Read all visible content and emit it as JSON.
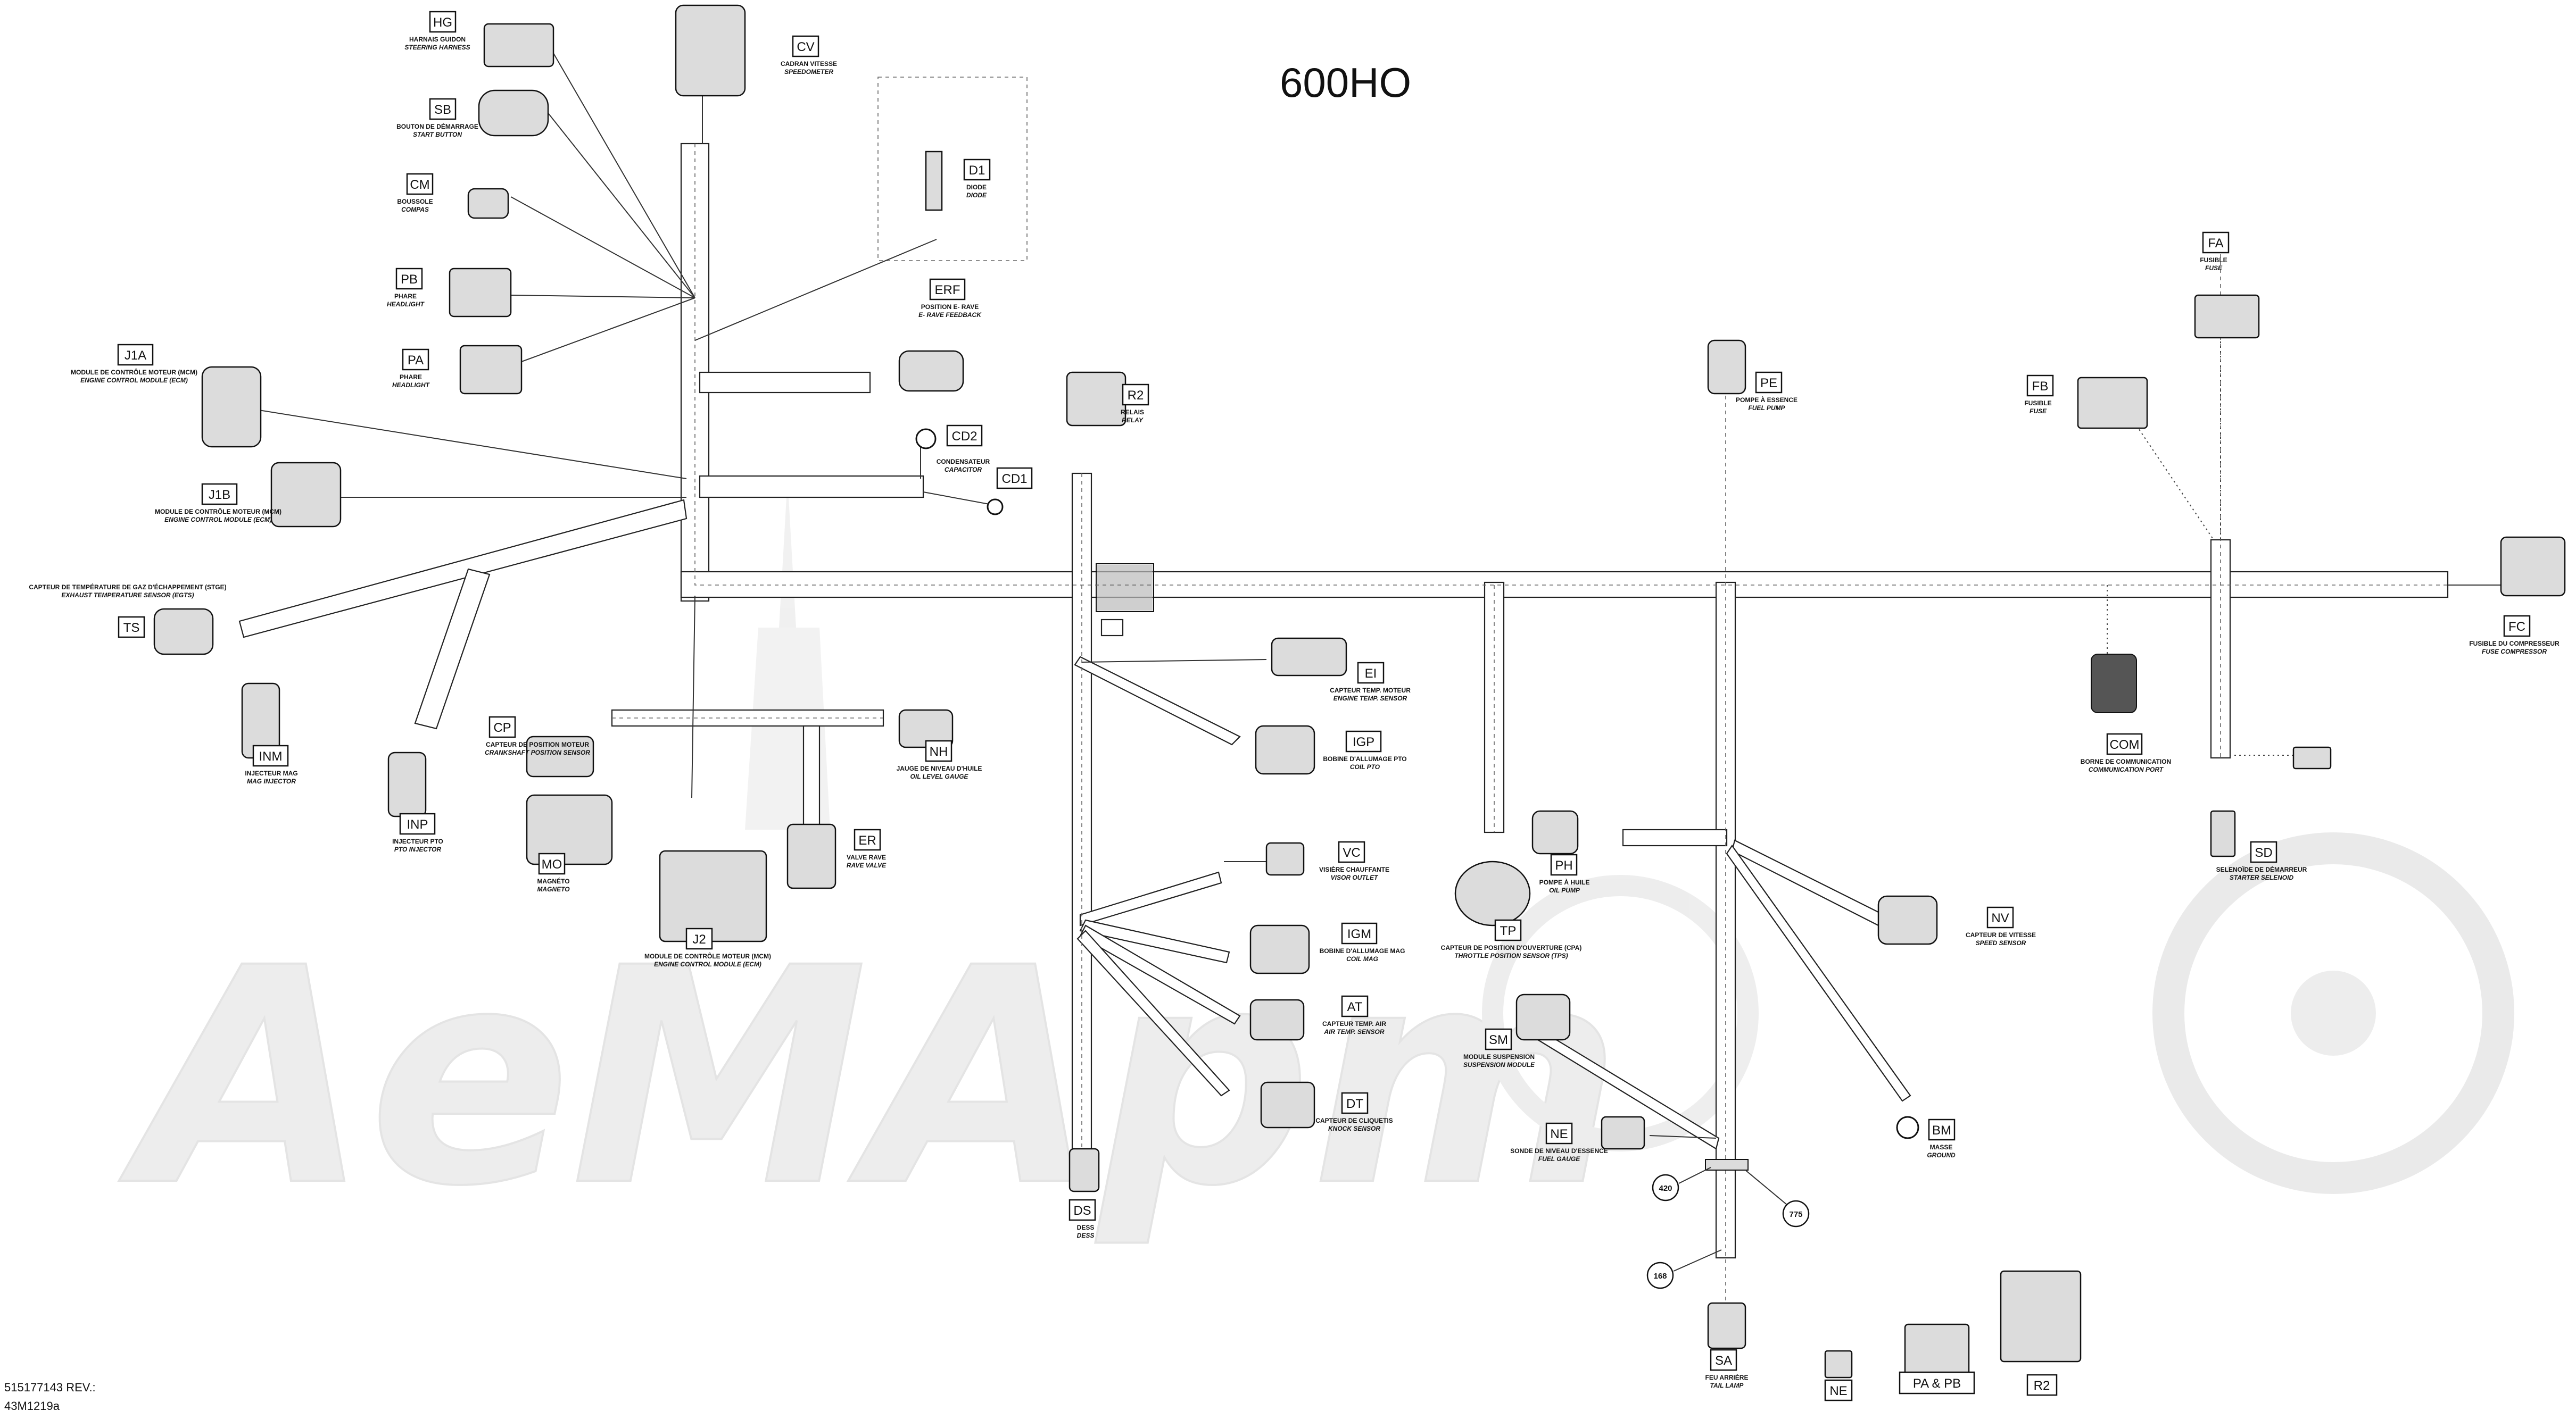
{
  "diagram": {
    "title": "600HO",
    "watermark": "AeMApm",
    "doc_number": "515177143 REV.:",
    "drawing_code": "43M1219a"
  },
  "connectors": {
    "HG": {
      "code": "HG",
      "fr": "HARNAIS GUIDON",
      "en": "STEERING HARNESS"
    },
    "CV": {
      "code": "CV",
      "fr": "CADRAN VITESSE",
      "en": "SPEEDOMETER"
    },
    "SB": {
      "code": "SB",
      "fr": "BOUTON DE DÉMARRAGE",
      "en": "START BUTTON"
    },
    "CM": {
      "code": "CM",
      "fr": "BOUSSOLE",
      "en": "COMPAS"
    },
    "D1": {
      "code": "D1",
      "fr": "DIODE",
      "en": "DIODE"
    },
    "PB": {
      "code": "PB",
      "fr": "PHARE",
      "en": "HEADLIGHT"
    },
    "PA": {
      "code": "PA",
      "fr": "PHARE",
      "en": "HEADLIGHT"
    },
    "ERF": {
      "code": "ERF",
      "fr": "POSITION E-  RAVE",
      "en": "E-  RAVE FEEDBACK"
    },
    "J1A": {
      "code": "J1A",
      "fr": "MODULE DE CONTRÔLE MOTEUR (MCM)",
      "en": "ENGINE CONTROL MODULE (ECM)"
    },
    "CD2": {
      "code": "CD2",
      "fr": "",
      "en": ""
    },
    "CD1": {
      "code": "CD1",
      "fr": "CONDENSATEUR",
      "en": "CAPACITOR"
    },
    "R2": {
      "code": "R2",
      "fr": "RELAIS",
      "en": "RELAY"
    },
    "PE": {
      "code": "PE",
      "fr": "POMPE À ESSENCE",
      "en": "FUEL PUMP"
    },
    "FA": {
      "code": "FA",
      "fr": "FUSIBLE",
      "en": "FUSE"
    },
    "FB": {
      "code": "FB",
      "fr": "FUSIBLE",
      "en": "FUSE"
    },
    "J1B": {
      "code": "J1B",
      "fr": "MODULE DE CONTRÔLE MOTEUR (MCM)",
      "en": "ENGINE CONTROL MODULE (ECM)"
    },
    "TS": {
      "code": "TS",
      "fr": "CAPTEUR DE TEMPÉRATURE DE GAZ D'ÉCHAPPEMENT (STGE)",
      "en": "EXHAUST TEMPERATURE SENSOR (EGTS)"
    },
    "FC": {
      "code": "FC",
      "fr": "FUSIBLE DU COMPRESSEUR",
      "en": "FUSE COMPRESSOR"
    },
    "EI": {
      "code": "EI",
      "fr": "CAPTEUR TEMP. MOTEUR",
      "en": "ENGINE TEMP. SENSOR"
    },
    "COM": {
      "code": "COM",
      "fr": "BORNE DE COMMUNICATION",
      "en": "COMMUNICATION PORT"
    },
    "IGP": {
      "code": "IGP",
      "fr": "BOBINE D'ALLUMAGE PTO",
      "en": "COIL PTO"
    },
    "CP": {
      "code": "CP",
      "fr": "CAPTEUR DE POSITION MOTEUR",
      "en": "CRANKSHAFT POSITION SENSOR"
    },
    "NH": {
      "code": "NH",
      "fr": "JAUGE DE NIVEAU D'HUILE",
      "en": "OIL LEVEL GAUGE"
    },
    "INM": {
      "code": "INM",
      "fr": "INJECTEUR MAG",
      "en": "MAG INJECTOR"
    },
    "INP": {
      "code": "INP",
      "fr": "INJECTEUR PTO",
      "en": "PTO INJECTOR"
    },
    "MO": {
      "code": "MO",
      "fr": "MAGNÉTO",
      "en": "MAGNETO"
    },
    "ER": {
      "code": "ER",
      "fr": "VALVE RAVE",
      "en": "RAVE VALVE"
    },
    "VC": {
      "code": "VC",
      "fr": "VISIÈRE CHAUFFANTE",
      "en": "VISOR OUTLET"
    },
    "PH": {
      "code": "PH",
      "fr": "POMPE À HUILE",
      "en": "OIL PUMP"
    },
    "SD": {
      "code": "SD",
      "fr": "SELENOÏDE DE DÉMARREUR",
      "en": "STARTER SELENOID"
    },
    "J2": {
      "code": "J2",
      "fr": "MODULE DE CONTRÔLE MOTEUR (MCM)",
      "en": "ENGINE CONTROL MODULE (ECM)"
    },
    "TP": {
      "code": "TP",
      "fr": "CAPTEUR DE POSITION D'OUVERTURE (CPA)",
      "en": "THROTTLE POSITION SENSOR (TPS)"
    },
    "NV": {
      "code": "NV",
      "fr": "CAPTEUR DE VITESSE",
      "en": "SPEED SENSOR"
    },
    "IGM": {
      "code": "IGM",
      "fr": "BOBINE D'ALLUMAGE MAG",
      "en": "COIL MAG"
    },
    "AT": {
      "code": "AT",
      "fr": "CAPTEUR TEMP. AIR",
      "en": "AIR TEMP. SENSOR"
    },
    "SM": {
      "code": "SM",
      "fr": "MODULE SUSPENSION",
      "en": "SUSPENSION MODULE"
    },
    "DT": {
      "code": "DT",
      "fr": "CAPTEUR DE CLIQUETIS",
      "en": "KNOCK SENSOR"
    },
    "NE": {
      "code": "NE",
      "fr": "SONDE DE NIVEAU D'ESSENCE",
      "en": "FUEL GAUGE"
    },
    "BM": {
      "code": "BM",
      "fr": "MASSE",
      "en": "GROUND"
    },
    "DS": {
      "code": "DS",
      "fr": "DESS",
      "en": "DESS"
    },
    "SA": {
      "code": "SA",
      "fr": "FEU ARRIÈRE",
      "en": "TAIL LAMP"
    }
  },
  "legend_codes": {
    "ne": "NE",
    "pa_pb": "PA & PB",
    "r2": "R2"
  },
  "splices": {
    "s420": "420",
    "s775": "775",
    "s168": "168"
  }
}
